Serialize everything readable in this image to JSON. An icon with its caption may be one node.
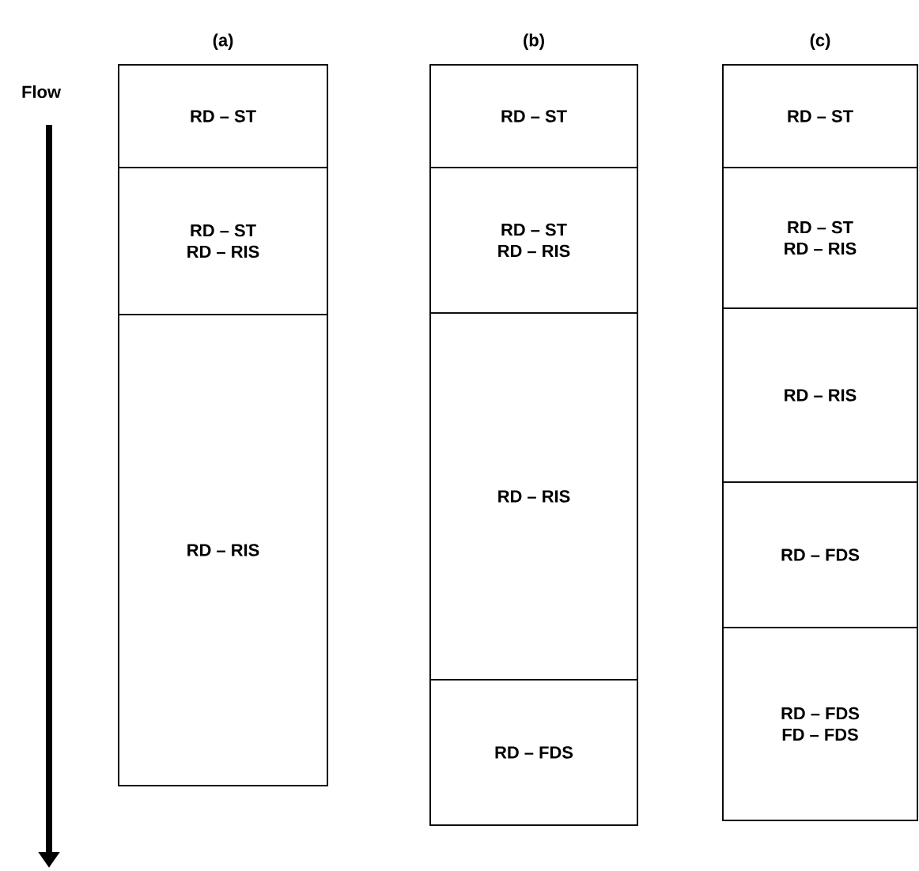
{
  "diagram": {
    "nodes": [
      {
        "text": [
          "(a)"
        ]
      },
      {
        "text": [
          "RD – ST"
        ],
        "in": 0
      },
      {
        "text": [
          "RD – ST",
          "RD – RIS"
        ],
        "in": 0
      },
      {
        "text": [
          "RD – RIS"
        ],
        "in": 0
      },
      {
        "text": [
          "(b)"
        ]
      },
      {
        "text": [
          "RD – ST"
        ],
        "in": 4
      },
      {
        "text": [
          "RD – ST",
          "RD – RIS"
        ],
        "in": 4
      },
      {
        "text": [
          "RD – RIS"
        ],
        "in": 4
      },
      {
        "text": [
          "RD – FDS"
        ],
        "in": 4
      },
      {
        "text": [
          "(c)"
        ]
      },
      {
        "text": [
          "RD – ST"
        ],
        "in": 9
      },
      {
        "text": [
          "RD – ST",
          "RD – RIS"
        ],
        "in": 9
      },
      {
        "text": [
          "RD – RIS"
        ],
        "in": 9
      },
      {
        "text": [
          "RD – FDS"
        ],
        "in": 9
      },
      {
        "text": [
          "RD – FDS",
          "FD – FDS"
        ],
        "in": 9
      }
    ],
    "edges": [],
    "labels": [
      "Flow"
    ]
  }
}
